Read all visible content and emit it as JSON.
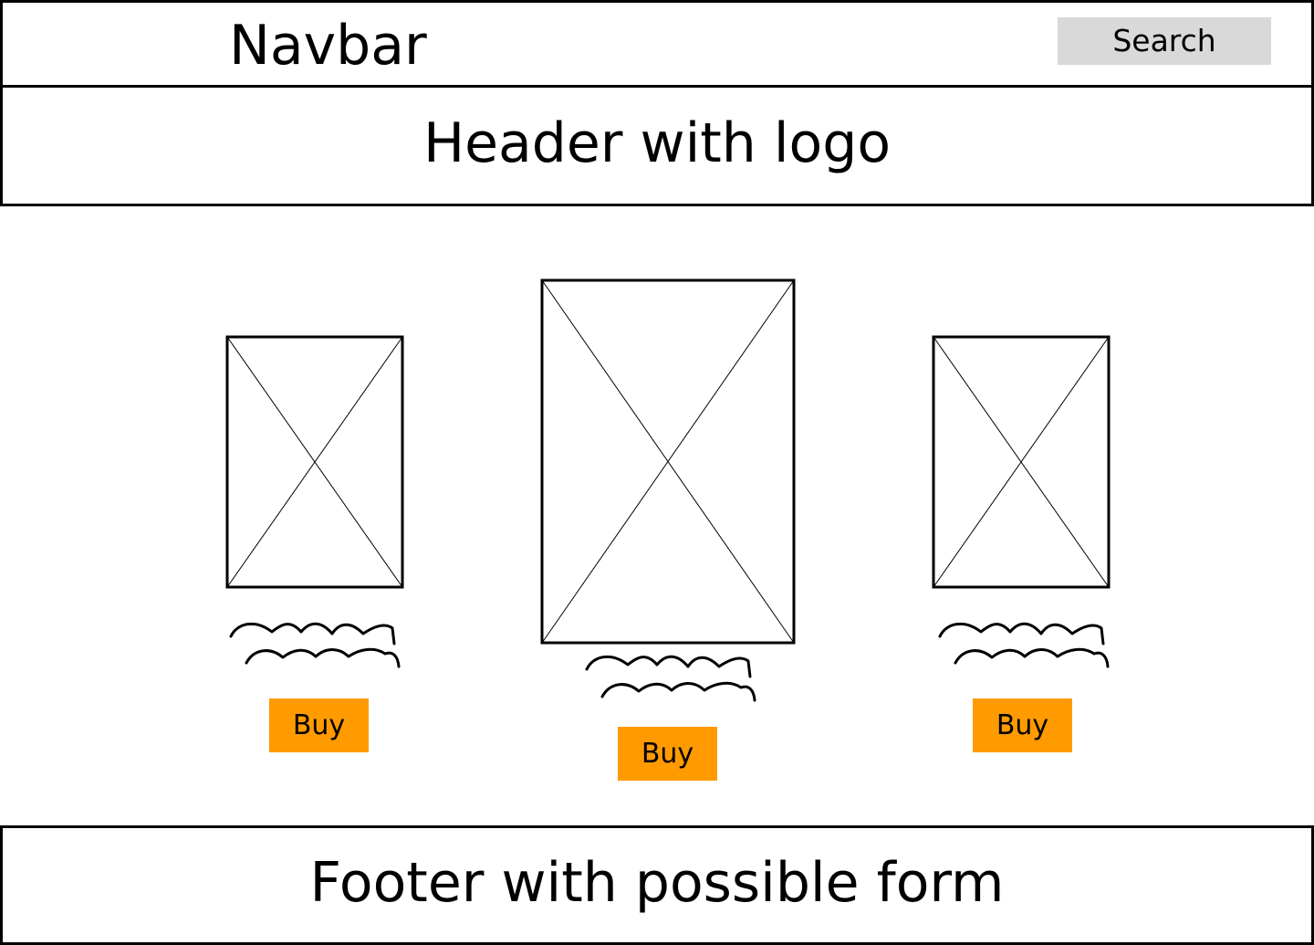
{
  "navbar": {
    "title": "Navbar",
    "search_label": "Search"
  },
  "header": {
    "text": "Header with logo"
  },
  "products": [
    {
      "buy_label": "Buy"
    },
    {
      "buy_label": "Buy"
    },
    {
      "buy_label": "Buy"
    }
  ],
  "footer": {
    "text": "Footer with possible form"
  },
  "colors": {
    "buy_button": "#ff9a00",
    "search_button": "#d9d9d9",
    "stroke": "#000000"
  },
  "icons": {
    "image_placeholder": "image-placeholder-icon",
    "scribble_text": "scribble-text-icon"
  }
}
